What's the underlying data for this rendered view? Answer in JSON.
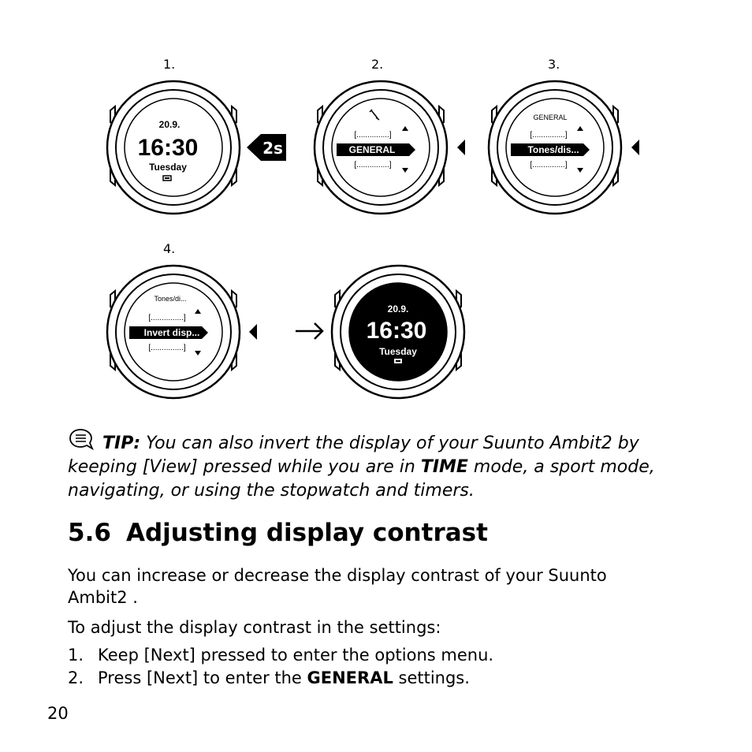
{
  "steps": {
    "s1": "1.",
    "s2": "2.",
    "s3": "3.",
    "s4": "4."
  },
  "watch1": {
    "date": "20.9.",
    "time": "16:30",
    "day": "Tuesday"
  },
  "hold_badge": "2s",
  "watch2": {
    "icon": "wrench-icon",
    "placeholder": "[...............]",
    "selected": "GENERAL"
  },
  "watch3": {
    "header": "GENERAL",
    "placeholder": "[...............]",
    "selected": "Tones/dis..."
  },
  "watch4": {
    "header": "Tones/di...",
    "placeholder": "[...............]",
    "selected": "Invert disp..."
  },
  "watch5": {
    "date": "20.9.",
    "time": "16:30",
    "day": "Tuesday"
  },
  "tip": {
    "label": "TIP:",
    "text_a": " You can also invert the display of your Suunto Ambit2 by keeping [View] pressed while you are in ",
    "time_word": "TIME",
    "text_b": " mode, a sport mode, navigating, or using the stopwatch and timers."
  },
  "section": {
    "number": "5.6",
    "title": "Adjusting display contrast"
  },
  "paragraphs": {
    "intro": "You can increase or decrease the display contrast of your Suunto Ambit2 .",
    "lead": "To adjust the display contrast in the settings:"
  },
  "list": [
    {
      "n": "1.",
      "text": "Keep [Next] pressed to enter the options menu."
    },
    {
      "n": "2.",
      "pre": "Press [Next] to enter the ",
      "bold": "GENERAL",
      "post": " settings."
    }
  ],
  "page_number": "20"
}
